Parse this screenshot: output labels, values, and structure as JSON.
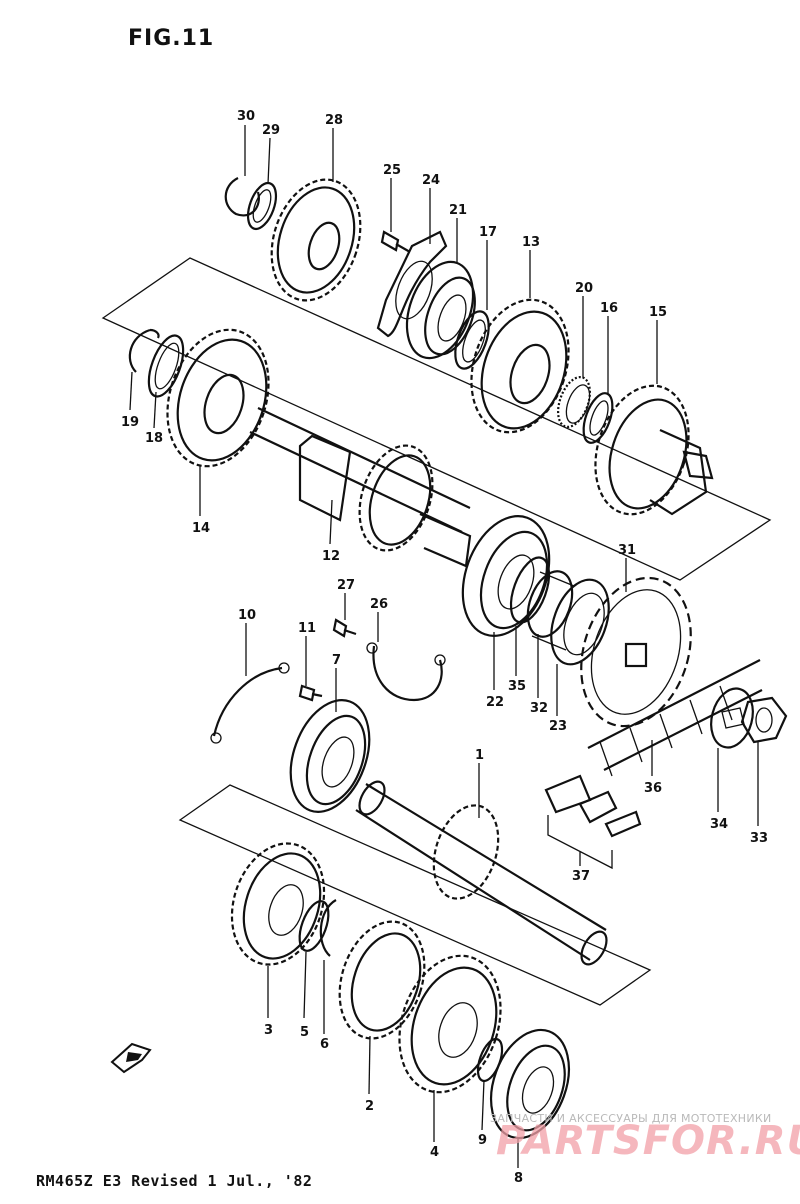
{
  "title": "FIG.11",
  "footer": "RM465Z E3 Revised 1 Jul., '82",
  "watermark": {
    "tagline": "ЗАПЧАСТИ И АКСЕССУАРЫ ДЛЯ МОТОТЕХНИКИ",
    "brand": "PARTSFOR.RU"
  },
  "parts": [
    "30",
    "29",
    "28",
    "25",
    "24",
    "21",
    "17",
    "13",
    "20",
    "16",
    "15",
    "19",
    "18",
    "14",
    "12",
    "31",
    "27",
    "26",
    "10",
    "11",
    "7",
    "22",
    "35",
    "32",
    "23",
    "36",
    "34",
    "33",
    "1",
    "37",
    "3",
    "5",
    "6",
    "2",
    "4",
    "9",
    "8"
  ]
}
